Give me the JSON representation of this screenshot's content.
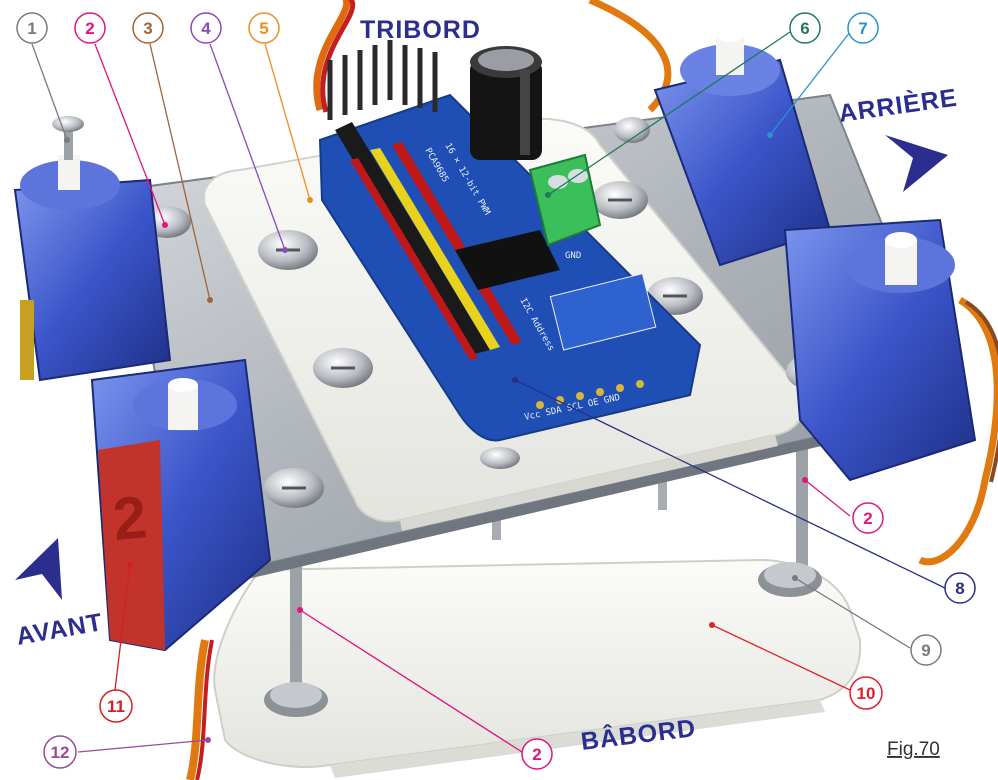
{
  "directions": {
    "tribord": "TRIBORD",
    "arriere": "ARRIÈRE",
    "avant": "AVANT",
    "babord": "BÂBORD"
  },
  "figure_label": "Fig.70",
  "callouts": [
    {
      "number": "1",
      "color": "#7a7a7a"
    },
    {
      "number": "2",
      "color": "#e0157d"
    },
    {
      "number": "3",
      "color": "#a0643c"
    },
    {
      "number": "4",
      "color": "#8a4bb5"
    },
    {
      "number": "5",
      "color": "#f08c1e"
    },
    {
      "number": "6",
      "color": "#1f7a55"
    },
    {
      "number": "7",
      "color": "#2a93c9"
    },
    {
      "number": "8",
      "color": "#28307f"
    },
    {
      "number": "9",
      "color": "#7a7a7a"
    },
    {
      "number": "10",
      "color": "#e0202a"
    },
    {
      "number": "11",
      "color": "#d42020"
    },
    {
      "number": "12",
      "color": "#9a4a9a"
    }
  ],
  "pcb_text": {
    "chip": "PCA9685",
    "res": "16 × 12-bit PWM",
    "addr": "I2C Address",
    "gnd": "GND",
    "pins": "Vcc  SDA  SCL  OE  GND"
  },
  "colors": {
    "direction_text": "#2b2e8f",
    "servo_blue": "#3a55c8",
    "pcb_blue": "#1f4fb5",
    "aluminium": "#b9bec4",
    "acrylic": "#f1f1ee"
  }
}
